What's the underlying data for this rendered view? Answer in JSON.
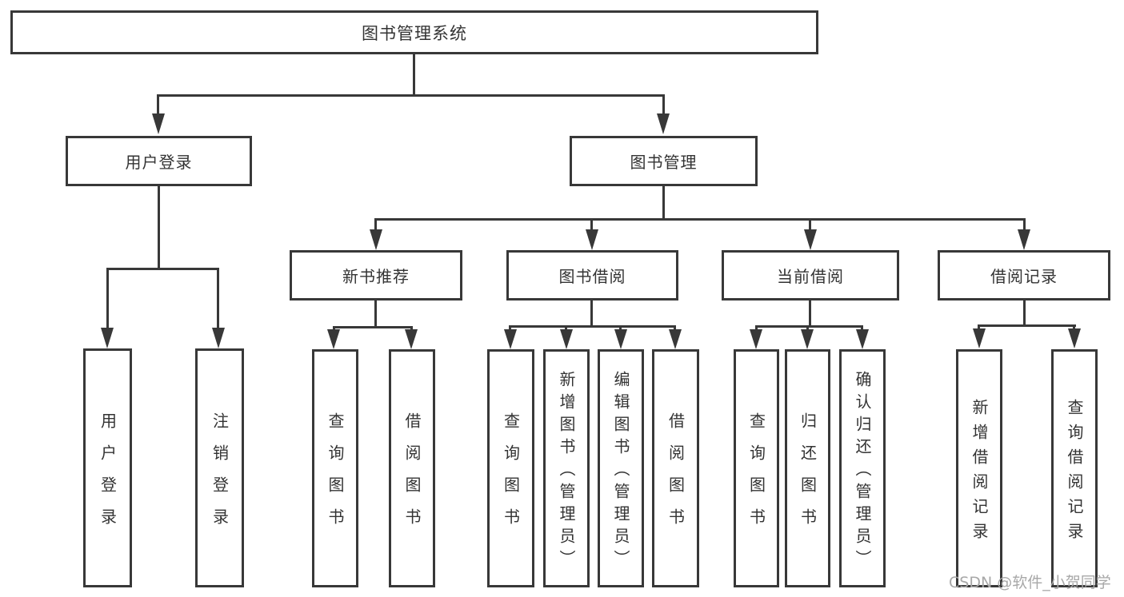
{
  "diagram": {
    "root": {
      "label": "图书管理系统"
    },
    "level2": [
      {
        "label": "用户登录"
      },
      {
        "label": "图书管理"
      }
    ],
    "level3": [
      {
        "label": "新书推荐"
      },
      {
        "label": "图书借阅"
      },
      {
        "label": "当前借阅"
      },
      {
        "label": "借阅记录"
      }
    ],
    "leaves": {
      "user_login": [
        "用户登录",
        "注销登录"
      ],
      "new_book_recommend": [
        "查询图书",
        "借阅图书"
      ],
      "book_borrow": [
        "查询图书",
        "新增图书（管理员）",
        "编辑图书（管理员）",
        "借阅图书"
      ],
      "current_borrow": [
        "查询图书",
        "归还图书",
        "确认归还（管理员）"
      ],
      "borrow_records": [
        "新增借阅记录",
        "查询借阅记录"
      ]
    }
  },
  "watermark": {
    "text": "CSDN @软件_小贺同学"
  },
  "colors": {
    "line": "#383838",
    "text": "#333333",
    "background": "#ffffff",
    "watermark": "#a8a8a8"
  }
}
